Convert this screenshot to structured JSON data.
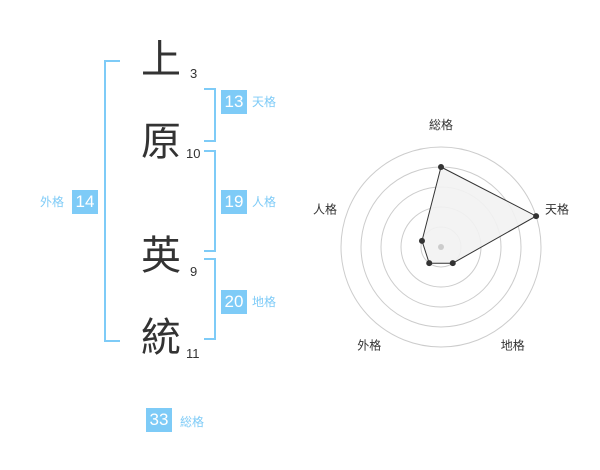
{
  "name": {
    "chars": [
      {
        "char": "上",
        "strokes": "3"
      },
      {
        "char": "原",
        "strokes": "10"
      },
      {
        "char": "英",
        "strokes": "9"
      },
      {
        "char": "統",
        "strokes": "11"
      }
    ]
  },
  "fortunes": {
    "tenkaku": {
      "value": "13",
      "label": "天格"
    },
    "jinkaku": {
      "value": "19",
      "label": "人格"
    },
    "chikaku": {
      "value": "20",
      "label": "地格"
    },
    "gaikaku": {
      "value": "14",
      "label": "外格"
    },
    "soukaku": {
      "value": "33",
      "label": "総格"
    }
  },
  "colors": {
    "accent": "#7ecbf7",
    "text": "#333333",
    "grid": "#cccccc"
  },
  "chart_data": {
    "type": "radar",
    "axes": [
      "総格",
      "天格",
      "地格",
      "外格",
      "人格"
    ],
    "max": 5,
    "rings": 5,
    "values": [
      4,
      5,
      1,
      1,
      1
    ]
  }
}
